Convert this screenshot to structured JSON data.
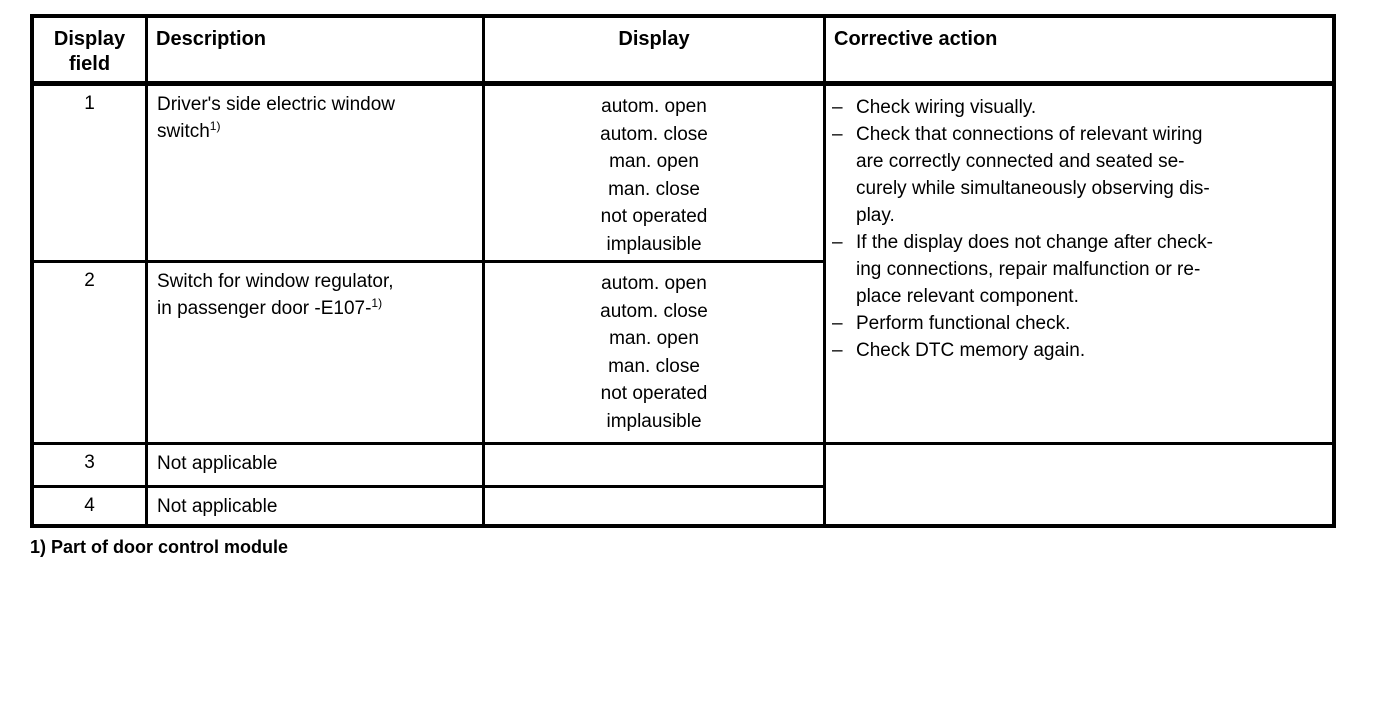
{
  "table": {
    "bullet_char": "–",
    "headers": {
      "display_field": "Display\nfield",
      "description": "Description",
      "display": "Display",
      "corrective_action": "Corrective action"
    },
    "rows": [
      {
        "field": "1",
        "description": "Driver's side electric window\nswitch",
        "footnote_ref": "1)",
        "display": "autom. open\nautom. close\nman. open\nman. close\nnot operated\nimplausible"
      },
      {
        "field": "2",
        "description": "Switch for window regulator,\nin passenger door -E107-",
        "footnote_ref": "1)",
        "display": "autom. open\nautom. close\nman. open\nman. close\nnot operated\nimplausible"
      },
      {
        "field": "3",
        "description": "Not applicable",
        "display": ""
      },
      {
        "field": "4",
        "description": "Not applicable",
        "display": ""
      }
    ],
    "corrective_actions": [
      "Check wiring visually.",
      "Check that connections of relevant wiring\nare correctly connected and seated se-\ncurely while simultaneously observing dis-\nplay.",
      "If the display does not change after check-\ning connections, repair malfunction or re-\nplace relevant component.",
      "Perform functional check.",
      "Check DTC memory again."
    ]
  },
  "footnote": "1) Part of door control module"
}
